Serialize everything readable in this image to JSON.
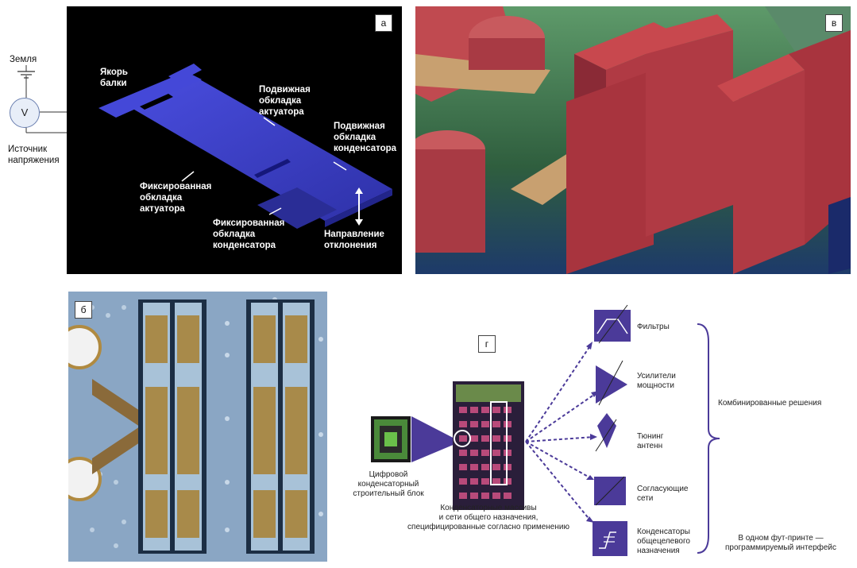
{
  "panels": {
    "a": {
      "badge": "а",
      "left_labels": {
        "ground": "Земля",
        "voltmeter": "V",
        "source": "Источник\nнапряжения"
      },
      "labels": {
        "beam_anchor": "Якорь\nбалки",
        "movable_actuator": "Подвижная\nобкладка\nактуатора",
        "movable_capacitor": "Подвижная\nобкладка\nконденсатора",
        "fixed_actuator": "Фиксированная\nобкладка\nактуатора",
        "fixed_capacitor": "Фиксированная\nобкладка\nконденсатора",
        "deflection": "Направление\nотклонения"
      }
    },
    "b": {
      "badge": "б"
    },
    "v": {
      "badge": "в"
    },
    "g": {
      "badge": "г",
      "labels": {
        "digital_block": "Цифровой\nконденсаторный\nстроительный блок",
        "arrays": "Конденсаторные массивы\nи сети общего назначения,\nспецифицированные согласно применению",
        "filters": "Фильтры",
        "amplifiers": "Усилители\nмощности",
        "tuning": "Тюнинг\nантенн",
        "matching": "Согласующие\nсети",
        "capacitors": "Конденсаторы\nобщецелевого\nназначения",
        "combined": "Комбинированные решения",
        "footprint": "В одном фут-принте —\nпрограммируемый интерфейс"
      }
    }
  },
  "colors": {
    "panel_a_bg": "#000000",
    "beam_blue": "#3a3ec8",
    "block_purple": "#4b3a99",
    "mems_red": "#b8404a",
    "chip_gold": "#a88a4a",
    "wafer_blue": "#8aa6c4"
  }
}
